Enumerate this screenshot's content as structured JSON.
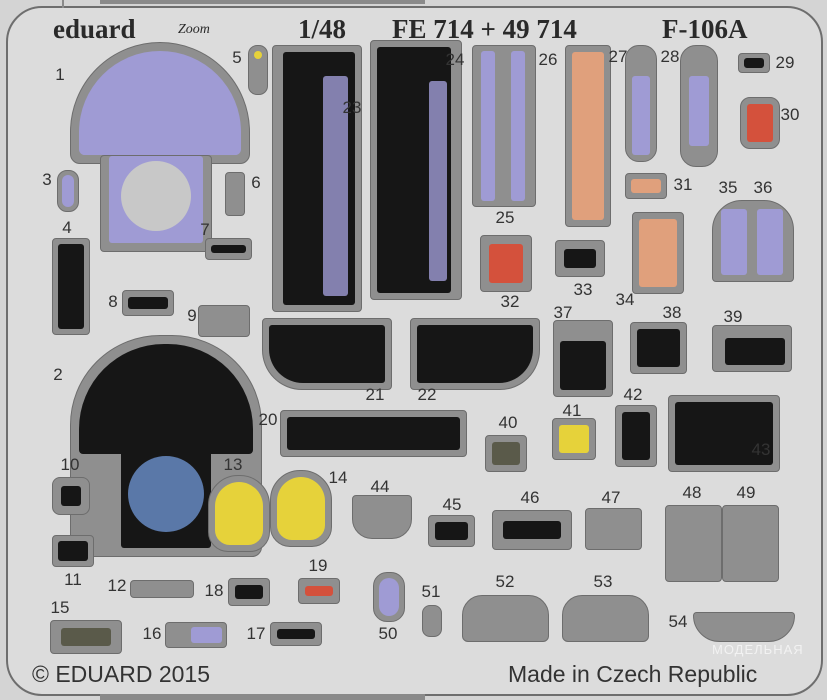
{
  "header": {
    "brand": "eduard",
    "zoom_logo": "Zoom",
    "scale": "1/48",
    "code": "FE 714 + 49 714",
    "aircraft": "F-106A"
  },
  "footer": {
    "copyright": "© EDUARD 2015",
    "origin": "Made in Czech Republic"
  },
  "watermark": "МОДЕЛЬНАЯ",
  "parts": {
    "labels": [
      "1",
      "2",
      "3",
      "4",
      "5",
      "6",
      "7",
      "8",
      "9",
      "10",
      "11",
      "12",
      "13",
      "14",
      "15",
      "16",
      "17",
      "18",
      "19",
      "20",
      "21",
      "22",
      "23",
      "24",
      "25",
      "26",
      "27",
      "28",
      "29",
      "30",
      "31",
      "32",
      "33",
      "34",
      "35",
      "36",
      "37",
      "38",
      "39",
      "40",
      "41",
      "42",
      "43",
      "44",
      "45",
      "46",
      "47",
      "48",
      "49",
      "50",
      "51",
      "52",
      "53",
      "54"
    ]
  },
  "colors": {
    "lavender": "#9f9bd4",
    "black": "#161616",
    "orange": "#e0a07c",
    "yellow": "#e6d23a",
    "red": "#d4513c",
    "metal": "#8f8f8f"
  }
}
